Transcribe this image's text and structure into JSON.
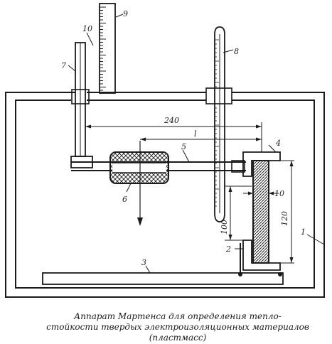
{
  "labels": {
    "l1": "1",
    "l2": "2",
    "l3": "3",
    "l4": "4",
    "l5": "5",
    "l6": "6",
    "l7": "7",
    "l8": "8",
    "l9": "9",
    "l10a": "10",
    "l10b": "10"
  },
  "dimensions": {
    "d240": "240",
    "dl": "l",
    "d120": "120",
    "d100": "100"
  },
  "caption": {
    "line1": "Аппарат Мартенса для определения тепло-",
    "line2": "стойкости твердых электроизоляционных материалов",
    "line3": "(пластмасс)"
  },
  "colors": {
    "ink": "#1b1b1b",
    "paper": "#ffffff"
  }
}
